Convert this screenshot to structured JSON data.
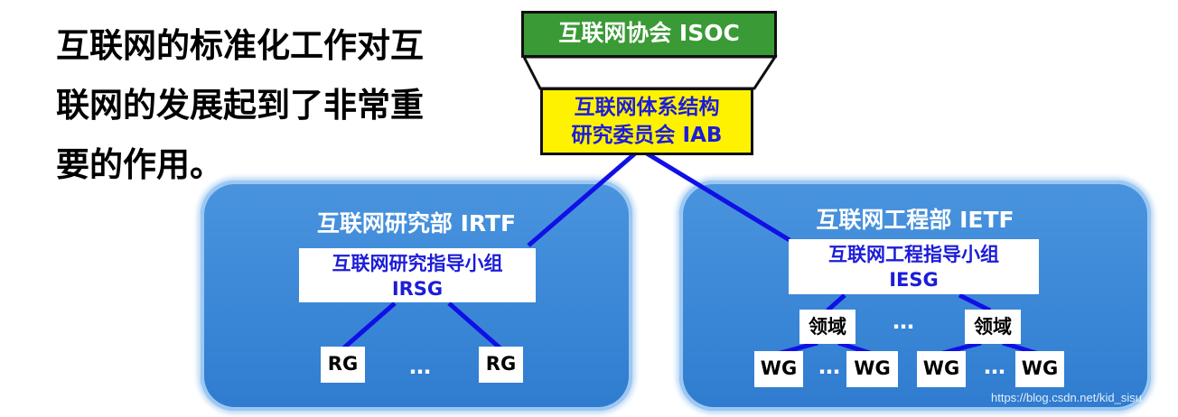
{
  "intro_text": "互联网的标准化工作对互联网的发展起到了非常重要的作用。",
  "isoc": {
    "label": "互联网协会 ISOC"
  },
  "iab": {
    "line1": "互联网体系结构",
    "line2": "研究委员会 IAB"
  },
  "irtf": {
    "title": "互联网研究部 IRTF",
    "group_line1": "互联网研究指导小组",
    "group_line2": "IRSG",
    "units": [
      "RG",
      "RG"
    ],
    "ellipsis": "…"
  },
  "ietf": {
    "title": "互联网工程部 IETF",
    "group_line1": "互联网工程指导小组",
    "group_line2": "IESG",
    "areas": [
      "领域",
      "领域"
    ],
    "area_ellipsis": "…",
    "units": [
      "WG",
      "WG",
      "WG",
      "WG"
    ],
    "unit_ellipsis": "…"
  },
  "watermark": "https://blog.csdn.net/kid_sisu",
  "colors": {
    "panel": "#3a86d6",
    "connector": "#1010e6",
    "isoc_fill": "#3a9a35",
    "iab_fill": "#fff200",
    "group_text": "#1c1cd8"
  }
}
